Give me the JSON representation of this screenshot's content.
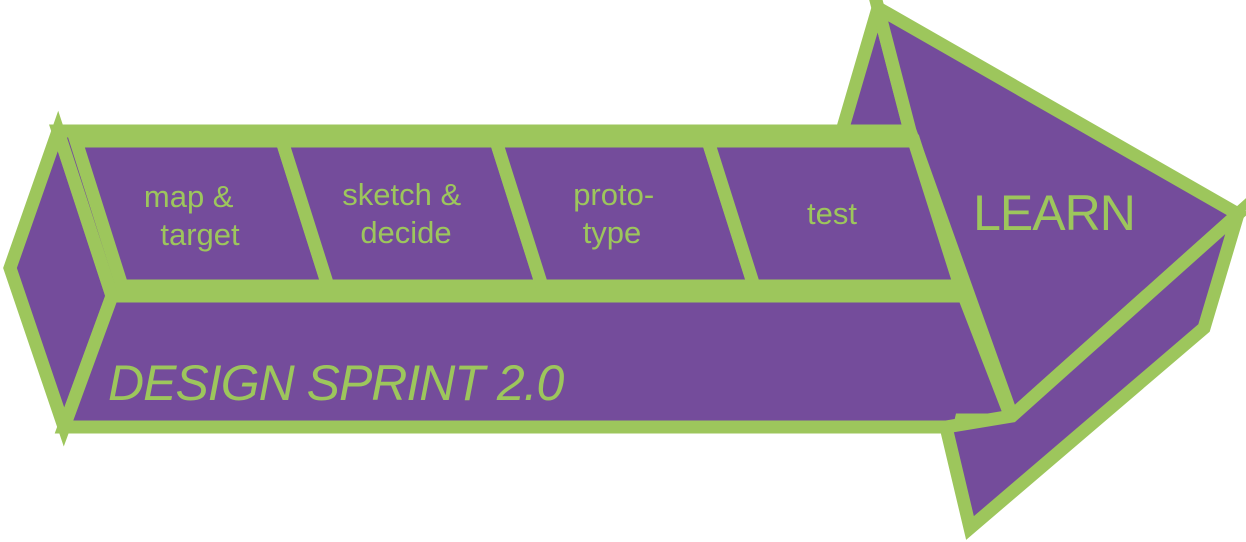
{
  "colors": {
    "fill": "#744c9b",
    "outline": "#9dc65c",
    "text": "#9dc65c",
    "background": "#ffffff"
  },
  "steps": [
    {
      "line1": "map &",
      "line2": "target"
    },
    {
      "line1": "sketch &",
      "line2": "decide"
    },
    {
      "line1": "proto-",
      "line2": "type"
    },
    {
      "line1": "test",
      "line2": ""
    }
  ],
  "arrow_head_label": "LEARN",
  "banner_title": "DESIGN SPRINT 2.0"
}
